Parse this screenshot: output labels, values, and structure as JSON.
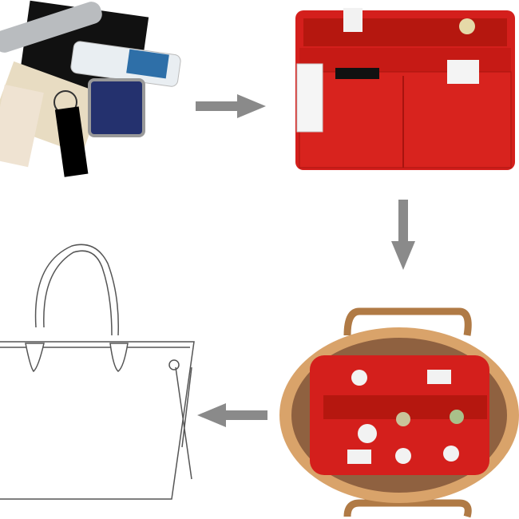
{
  "colors": {
    "background": "#ffffff",
    "organizer_red": "#d41f1c",
    "organizer_dark_red": "#a8140f",
    "arrow_gray": "#8a8a8a",
    "bag_brown": "#9a6a3e",
    "bag_tan": "#d9a36a",
    "sketch_line": "#555555"
  },
  "steps": [
    {
      "name": "loose-items",
      "icon": "cosmetics-photo"
    },
    {
      "name": "organizer-filled",
      "icon": "red-felt-organizer-photo"
    },
    {
      "name": "organizer-in-bag",
      "icon": "tote-bag-with-organizer-photo"
    },
    {
      "name": "tote-bag",
      "icon": "tote-bag-outline-drawing"
    }
  ],
  "arrows": [
    "right-arrow",
    "down-arrow",
    "left-arrow"
  ]
}
